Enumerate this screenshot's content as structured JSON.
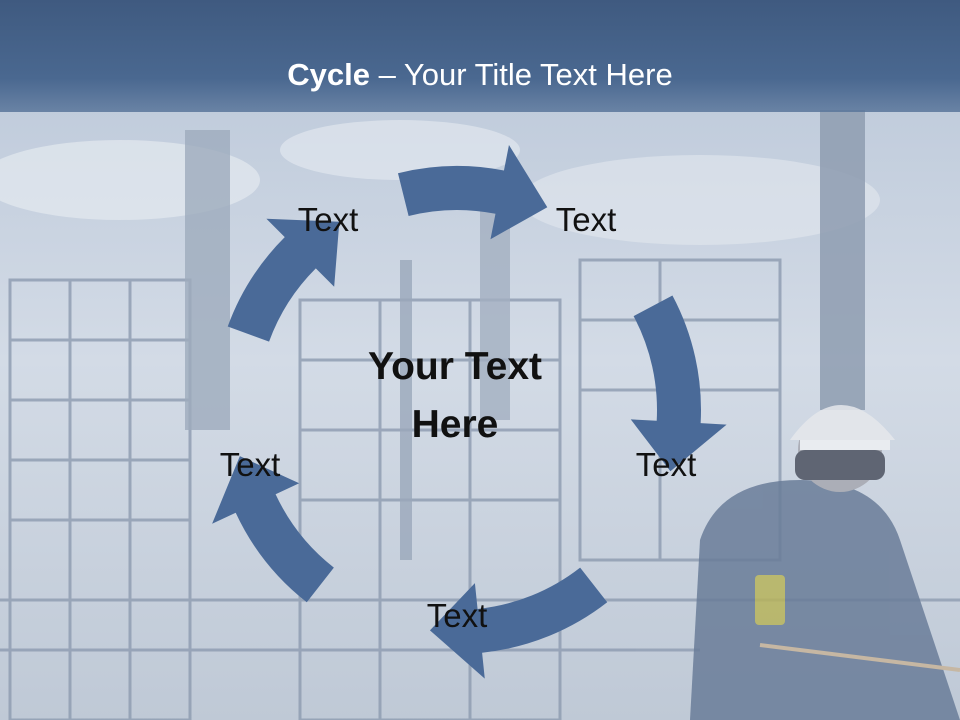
{
  "slide": {
    "title_bold": "Cycle",
    "title_rest": " – Your Title Text Here",
    "center_text": "Your Text Here",
    "labels": [
      "Text",
      "Text",
      "Text",
      "Text",
      "Text"
    ],
    "colors": {
      "arrow": "#4a6a98",
      "title_band": "#4a6890",
      "title_text": "#ffffff",
      "body_text": "#111111"
    }
  }
}
